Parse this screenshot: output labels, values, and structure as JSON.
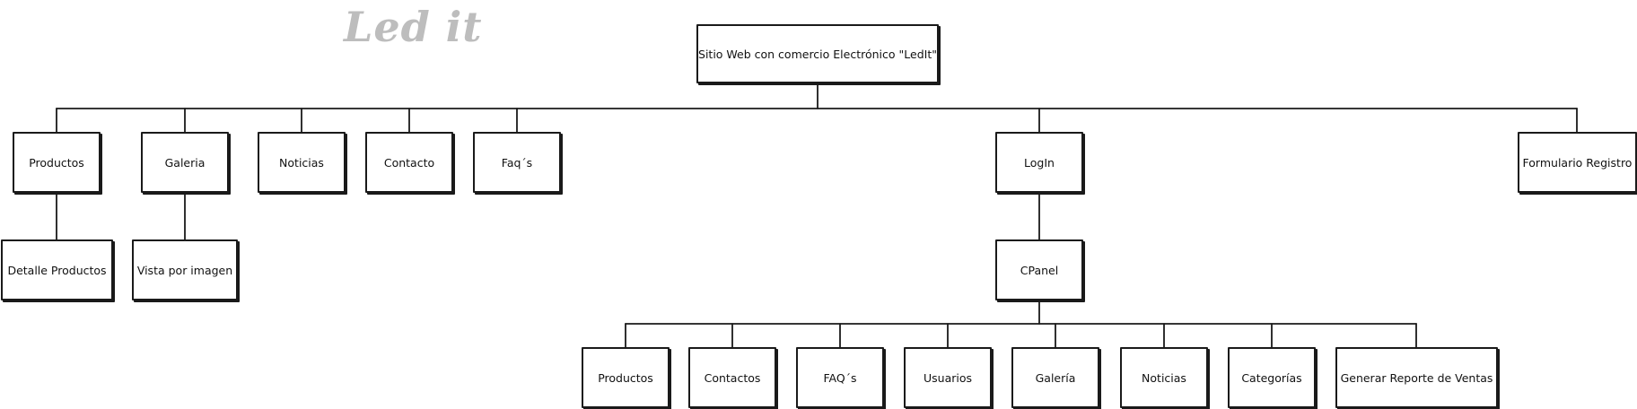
{
  "logo": {
    "text": "Led it",
    "color": "#bdbdbd"
  },
  "root": {
    "label": "Sitio Web con comercio Electrónico \"LedIt\""
  },
  "level1": [
    {
      "id": "productos",
      "label": "Productos"
    },
    {
      "id": "galeria",
      "label": "Galeria"
    },
    {
      "id": "noticias",
      "label": "Noticias"
    },
    {
      "id": "contacto",
      "label": "Contacto"
    },
    {
      "id": "faqs",
      "label": "Faq´s"
    },
    {
      "id": "login",
      "label": "LogIn"
    },
    {
      "id": "registro",
      "label": "Formulario Registro"
    }
  ],
  "level2": [
    {
      "id": "detalle",
      "parent": "productos",
      "label": "Detalle Productos"
    },
    {
      "id": "vista",
      "parent": "galeria",
      "label": "Vista por imagen"
    },
    {
      "id": "cpanel",
      "parent": "login",
      "label": "CPanel"
    }
  ],
  "cpanel_children": [
    {
      "id": "productos",
      "label": "Productos"
    },
    {
      "id": "contactos",
      "label": "Contactos"
    },
    {
      "id": "faqs",
      "label": "FAQ´s"
    },
    {
      "id": "usuarios",
      "label": "Usuarios"
    },
    {
      "id": "galeria",
      "label": "Galería"
    },
    {
      "id": "noticias",
      "label": "Noticias"
    },
    {
      "id": "categorias",
      "label": "Categorías"
    },
    {
      "id": "reporte",
      "label": "Generar Reporte de Ventas"
    }
  ]
}
